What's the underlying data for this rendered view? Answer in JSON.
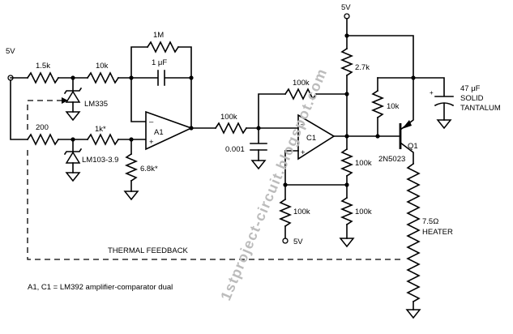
{
  "supply": {
    "left_5v": "5V",
    "top_5v": "5V",
    "bias_5v": "5V"
  },
  "resistors": {
    "r_1_5k": "1.5k",
    "r_10k_top": "10k",
    "r_1m": "1M",
    "r_200": "200",
    "r_1k_star": "1k*",
    "r_6_8k_star": "6.8k*",
    "r_100k_mid": "100k",
    "r_100k_fb": "100k",
    "r_2_7k": "2.7k",
    "r_10k_q1": "10k",
    "r_100k_div_top": "100k",
    "r_100k_div_bot": "100k",
    "r_100k_bias": "100k"
  },
  "capacitors": {
    "c_1uf": "1 μF",
    "c_0_001": "0.001",
    "c_47uf_line1": "47 μF",
    "c_47uf_line2": "SOLID",
    "c_47uf_line3": "TANTALUM"
  },
  "devices": {
    "lm335": "LM335",
    "lm103": "LM103-3.9",
    "a1": "A1",
    "c1": "C1",
    "q1": "Q1",
    "q1_part": "2N5023",
    "heater_line1": "7.5Ω",
    "heater_line2": "HEATER"
  },
  "pins": {
    "minus": "–",
    "plus": "+"
  },
  "labels": {
    "thermal_feedback": "THERMAL FEEDBACK",
    "footnote": "A1, C1 = LM392 amplifier-comparator dual"
  },
  "watermark": "1stproject-circuit.blogspot.com"
}
